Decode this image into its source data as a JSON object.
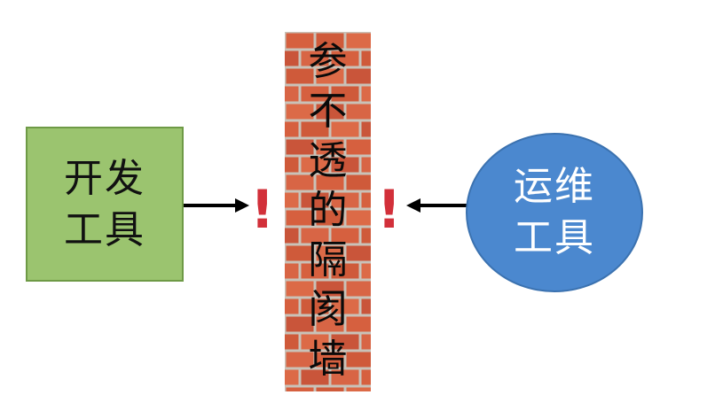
{
  "dev_tool": {
    "line1": "开发",
    "line2": "工具"
  },
  "ops_tool": {
    "line1": "运维",
    "line2": "工具"
  },
  "wall": {
    "chars": [
      "参",
      "不",
      "透",
      "的",
      "隔",
      "阂",
      "墙"
    ]
  },
  "markers": {
    "left": "!",
    "right": "!"
  },
  "colors": {
    "dev_fill": "#9bc46f",
    "ops_fill": "#4b88cf",
    "brick": "#d6603f",
    "mortar": "#c9c2b8",
    "exclaim": "#d2303a"
  }
}
